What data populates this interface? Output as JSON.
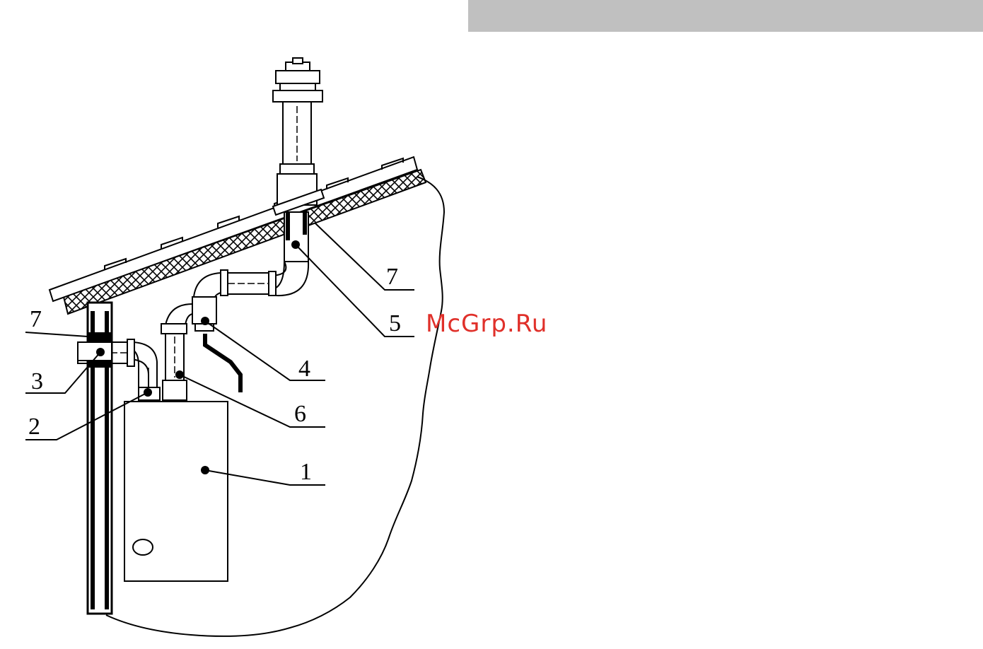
{
  "header": {
    "bar_color": "#c0c0c0"
  },
  "callouts": [
    {
      "id": "7-roof",
      "label": "7"
    },
    {
      "id": "5",
      "label": "5"
    },
    {
      "id": "4",
      "label": "4"
    },
    {
      "id": "6",
      "label": "6"
    },
    {
      "id": "1",
      "label": "1"
    },
    {
      "id": "7-wall",
      "label": "7"
    },
    {
      "id": "3",
      "label": "3"
    },
    {
      "id": "2",
      "label": "2"
    }
  ],
  "watermark": {
    "text": "McGrp.Ru",
    "color": "#e0302a"
  }
}
